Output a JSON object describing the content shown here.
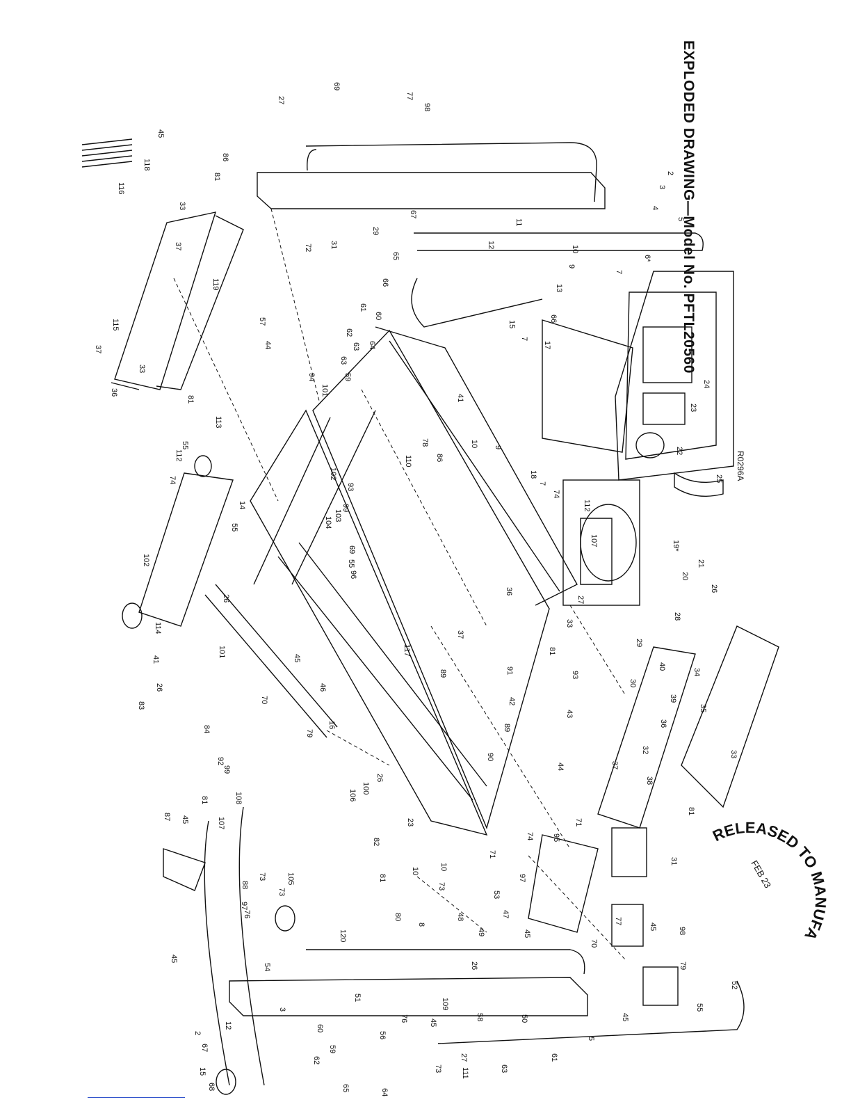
{
  "drawing": {
    "title": "EXPLODED DRAWING—Model No. PFTL20560",
    "drawing_number": "R0296A"
  },
  "stamp": {
    "ring_text": "RELEASED TO MANUFACTURING",
    "date": "FEB 23"
  },
  "callouts": [
    "69",
    "77",
    "98",
    "27",
    "45",
    "118",
    "116",
    "86",
    "81",
    "33",
    "37",
    "119",
    "115",
    "37",
    "33",
    "36",
    "81",
    "2",
    "3",
    "4",
    "5",
    "11",
    "12",
    "6*",
    "10",
    "9",
    "7",
    "13",
    "15",
    "66",
    "17",
    "7",
    "10",
    "9",
    "18",
    "7",
    "24",
    "23",
    "22",
    "25",
    "29",
    "67",
    "31",
    "72",
    "65",
    "66",
    "61",
    "60",
    "62",
    "63",
    "64",
    "63",
    "59",
    "57",
    "44",
    "94",
    "101",
    "113",
    "55",
    "112",
    "74",
    "41",
    "78",
    "110",
    "86",
    "93",
    "102",
    "99",
    "103",
    "104",
    "69",
    "55",
    "96",
    "14",
    "55",
    "102",
    "26",
    "114",
    "101",
    "41",
    "26",
    "83",
    "74",
    "112",
    "107",
    "19*",
    "21",
    "20",
    "26",
    "27",
    "28",
    "29",
    "30",
    "40",
    "34",
    "35",
    "39",
    "36",
    "33",
    "32",
    "37",
    "38",
    "81",
    "36",
    "37",
    "33",
    "81",
    "93",
    "91",
    "42",
    "43",
    "44",
    "89",
    "90",
    "45",
    "46",
    "117",
    "89",
    "70",
    "16",
    "79",
    "84",
    "92",
    "99",
    "26",
    "100",
    "106",
    "23",
    "108",
    "107",
    "81",
    "87",
    "45",
    "82",
    "73",
    "97",
    "105",
    "73",
    "88",
    "76",
    "10",
    "10",
    "73",
    "71",
    "74",
    "97",
    "95",
    "71",
    "31",
    "81",
    "80",
    "8",
    "120",
    "53",
    "47",
    "48",
    "49",
    "45",
    "45",
    "70",
    "77",
    "98",
    "26",
    "54",
    "45",
    "79",
    "55",
    "52",
    "111",
    "109",
    "45",
    "76",
    "58",
    "27",
    "73",
    "50",
    "45",
    "5",
    "61",
    "63",
    "64",
    "65",
    "59",
    "60",
    "62",
    "56",
    "51",
    "3",
    "2",
    "12",
    "67",
    "15",
    "68",
    "8",
    "26",
    "66",
    "29",
    "69",
    "27",
    "73",
    "71",
    "74",
    "71"
  ]
}
